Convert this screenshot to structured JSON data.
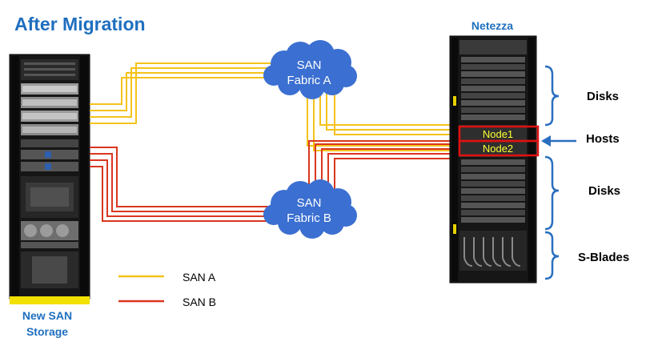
{
  "title": "After Migration",
  "storage": {
    "label_line1": "New SAN",
    "label_line2": "Storage"
  },
  "netezza": {
    "label": "Netezza",
    "node1": "Node1",
    "node2": "Node2"
  },
  "fabrics": {
    "a": {
      "line1": "SAN",
      "line2": "Fabric A"
    },
    "b": {
      "line1": "SAN",
      "line2": "Fabric B"
    }
  },
  "callouts": {
    "disks_top": "Disks",
    "hosts": "Hosts",
    "disks_bottom": "Disks",
    "sblades": "S-Blades"
  },
  "legend": [
    {
      "label": "SAN A",
      "color": "#f5c21b"
    },
    {
      "label": "SAN B",
      "color": "#d9361e"
    }
  ],
  "colors": {
    "title": "#1f6fbf",
    "cloud": "#3b6fd1",
    "san_a": "#f5c21b",
    "san_b": "#d9361e",
    "callout": "#2a6fbf",
    "rack": "#141414",
    "node_box": "#e01010",
    "node_text": "#ffff33"
  }
}
